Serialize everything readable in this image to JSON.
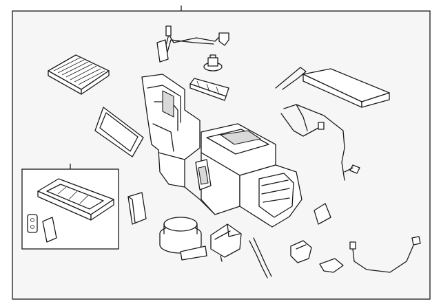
{
  "figure": {
    "background": "#ffffff",
    "panel_fill": "#f6f6f6",
    "line_color": "#1a1a1a",
    "parts": [
      "evaporator-heater-case-assembly",
      "wiring-harness-upper",
      "connector-clip",
      "evaporator-core",
      "seal-strip",
      "gasket-frame",
      "heater-core-kit",
      "heater-core",
      "clip-small",
      "seal-small",
      "wiring-harness-right",
      "tube-cover",
      "mode-door",
      "blower-motor",
      "actuator-left",
      "hose-small",
      "actuator-middle",
      "bracket",
      "sensor-clip",
      "wiring-pigtail"
    ]
  }
}
